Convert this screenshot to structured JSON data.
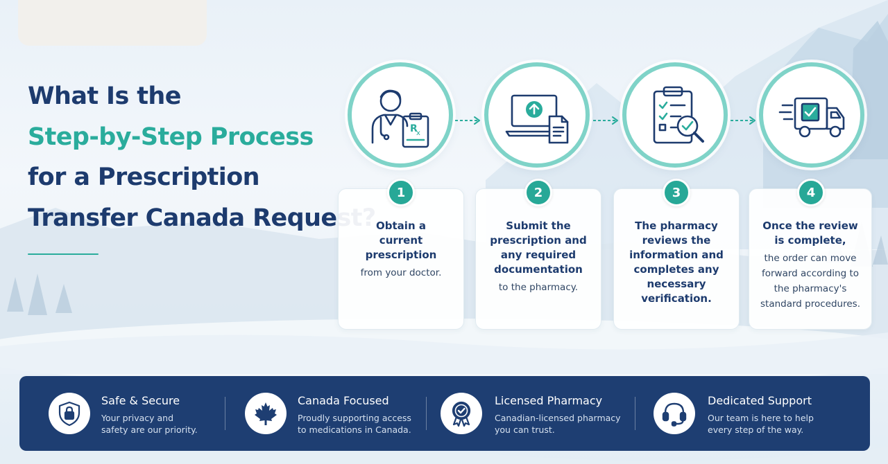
{
  "headline": {
    "line1": "What Is the",
    "line2": "Step-by-Step Process",
    "line3": "for a Prescription",
    "line4": "Transfer Canada Request?"
  },
  "colors": {
    "navy": "#1d3b6e",
    "teal": "#2aac9c",
    "bar": "#1e3e72"
  },
  "steps": [
    {
      "number": "1",
      "icon": "doctor-prescription-icon",
      "bold": [
        "Obtain a",
        "current prescription"
      ],
      "regular": [
        "from your doctor."
      ]
    },
    {
      "number": "2",
      "icon": "laptop-upload-icon",
      "bold": [
        "Submit the",
        "prescription and",
        "any required",
        "documentation"
      ],
      "regular": [
        "to the pharmacy."
      ]
    },
    {
      "number": "3",
      "icon": "clipboard-checklist-search-icon",
      "bold": [
        "The pharmacy",
        "reviews the",
        "information and",
        "completes any",
        "necessary",
        "verification."
      ],
      "regular": []
    },
    {
      "number": "4",
      "icon": "delivery-truck-icon",
      "bold": [
        "Once the review",
        "is complete,"
      ],
      "regular": [
        "the order can move",
        "forward according to",
        "the pharmacy's",
        "standard procedures."
      ]
    }
  ],
  "features": [
    {
      "icon": "shield-lock-icon",
      "title": "Safe & Secure",
      "desc1": "Your privacy and",
      "desc2": "safety are our priority."
    },
    {
      "icon": "maple-leaf-icon",
      "title": "Canada Focused",
      "desc1": "Proudly supporting access",
      "desc2": "to medications in Canada."
    },
    {
      "icon": "award-badge-icon",
      "title": "Licensed Pharmacy",
      "desc1": "Canadian-licensed pharmacy",
      "desc2": "you can trust."
    },
    {
      "icon": "headset-icon",
      "title": "Dedicated Support",
      "desc1": "Our team is here to help",
      "desc2": "every step of the way."
    }
  ]
}
